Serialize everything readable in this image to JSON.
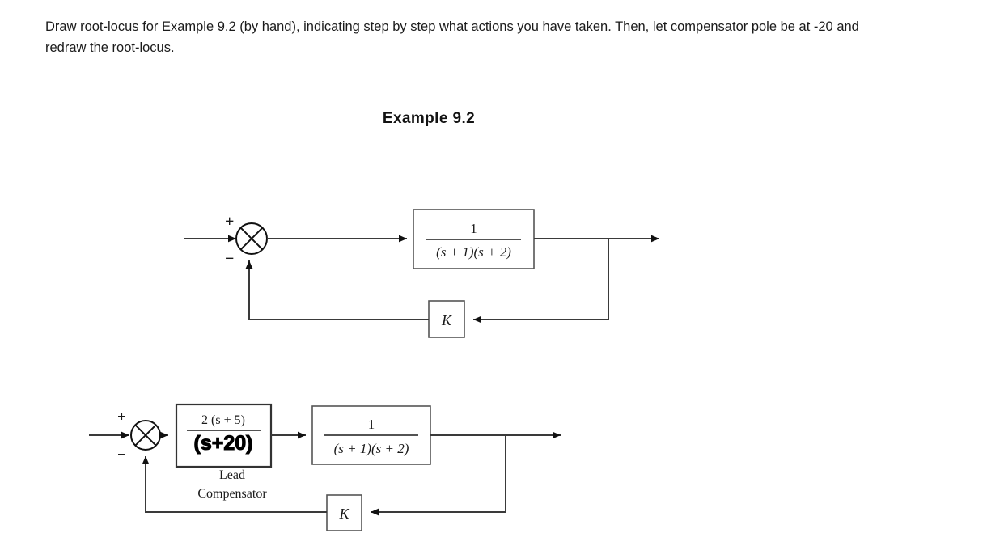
{
  "page": {
    "background": "#ffffff",
    "prompt": "Draw root-locus for Example 9.2 (by hand), indicating step by step what actions you have taken. Then, let compensator pole be at -20 and redraw the root-locus.",
    "title": "Example 9.2"
  },
  "diagram_one": {
    "name": "unity-feedback-block-diagram",
    "summing_junction": {
      "plus_label": "+",
      "minus_label": "−"
    },
    "plant_block": {
      "numerator": "1",
      "denominator": "(s + 1)(s + 2)"
    },
    "feedback_block": {
      "label": "K"
    }
  },
  "diagram_two": {
    "name": "lead-compensated-block-diagram",
    "summing_junction": {
      "plus_label": "+",
      "minus_label": "−"
    },
    "compensator_block": {
      "numerator": "2 (s + 5)",
      "denominator_annotated": "(s+20)",
      "caption_line1": "Lead",
      "caption_line2": "Compensator"
    },
    "plant_block": {
      "numerator": "1",
      "denominator": "(s + 1)(s + 2)"
    },
    "feedback_block": {
      "label": "K"
    }
  },
  "colors": {
    "line": "#3a3a3a",
    "box_border": "#555555",
    "ink": "#1a1a1a",
    "hand_ink": "#000000",
    "text": "#1b1b1b"
  }
}
